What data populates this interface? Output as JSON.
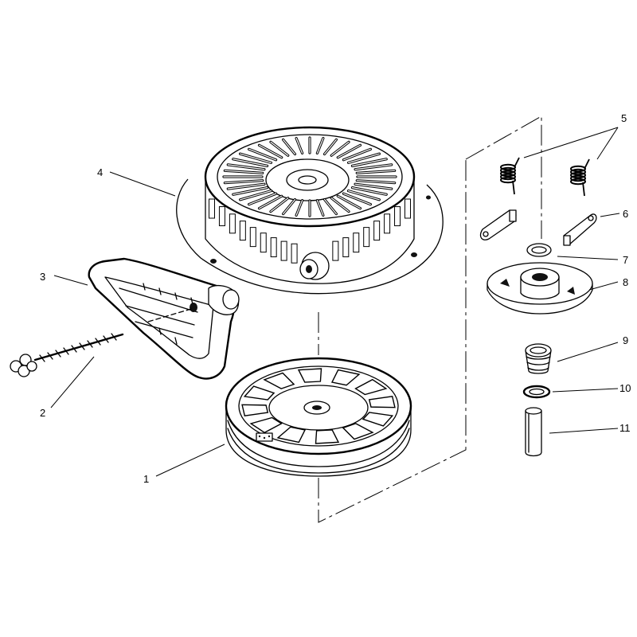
{
  "callouts": [
    {
      "id": "1",
      "text": "1"
    },
    {
      "id": "2",
      "text": "2"
    },
    {
      "id": "3",
      "text": "3"
    },
    {
      "id": "4",
      "text": "4"
    },
    {
      "id": "5",
      "text": "5"
    },
    {
      "id": "6",
      "text": "6"
    },
    {
      "id": "7",
      "text": "7"
    },
    {
      "id": "8",
      "text": "8"
    },
    {
      "id": "9",
      "text": "9"
    },
    {
      "id": "10",
      "text": "10"
    },
    {
      "id": "11",
      "text": "11"
    }
  ],
  "parts": [
    {
      "callout": "1",
      "icon": "rope-pulley-icon"
    },
    {
      "callout": "2",
      "icon": "starter-rope-icon"
    },
    {
      "callout": "3",
      "icon": "starter-handle-icon"
    },
    {
      "callout": "4",
      "icon": "starter-housing-icon"
    },
    {
      "callout": "5",
      "icon": "pawl-spring-icon"
    },
    {
      "callout": "6",
      "icon": "pawl-icon"
    },
    {
      "callout": "7",
      "icon": "washer-icon"
    },
    {
      "callout": "8",
      "icon": "pawl-plate-icon"
    },
    {
      "callout": "9",
      "icon": "friction-spring-icon"
    },
    {
      "callout": "10",
      "icon": "retainer-washer-icon"
    },
    {
      "callout": "11",
      "icon": "pin-icon"
    }
  ]
}
